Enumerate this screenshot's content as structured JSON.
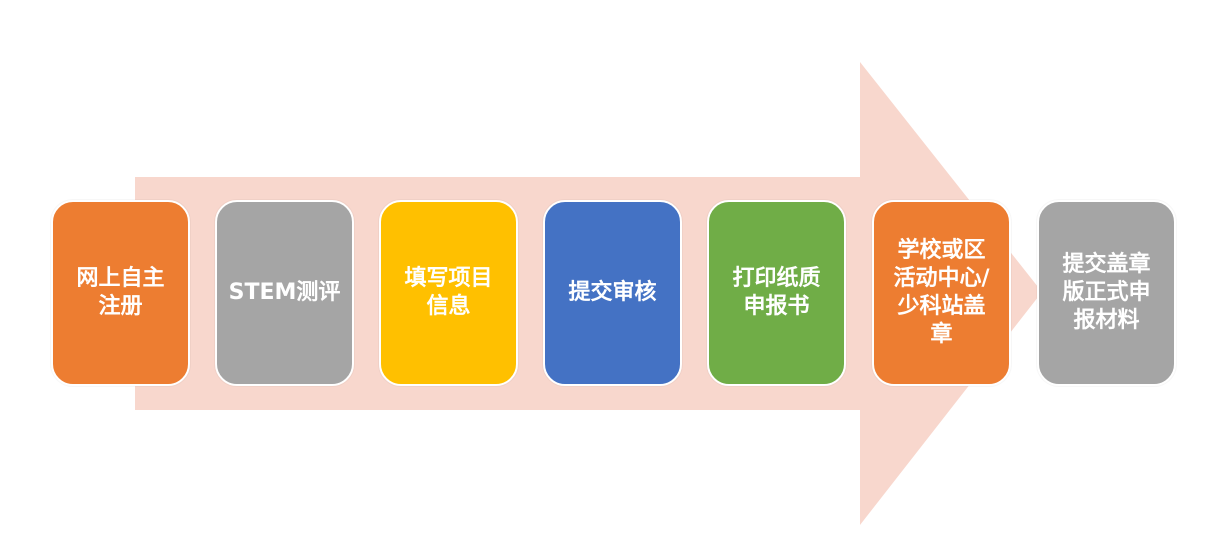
{
  "diagram": {
    "arrow_color": "#F8D7CD",
    "steps": [
      {
        "label": "网上自主注册",
        "display": "网上自主\n注册",
        "color": "#ED7D31"
      },
      {
        "label": "STEM测评",
        "display": "STEM测评",
        "color": "#A5A5A5"
      },
      {
        "label": "填写项目信息",
        "display": "填写项目\n信息",
        "color": "#FFC000"
      },
      {
        "label": "提交审核",
        "display": "提交审核",
        "color": "#4472C4"
      },
      {
        "label": "打印纸质申报书",
        "display": "打印纸质\n申报书",
        "color": "#70AD47"
      },
      {
        "label": "学校或区活动中心/少科站盖章",
        "display": "学校或区\n活动中心/\n少科站盖\n章",
        "color": "#ED7D31"
      },
      {
        "label": "提交盖章版正式申报材料",
        "display": "提交盖章\n版正式申\n报材料",
        "color": "#A5A5A5"
      }
    ]
  }
}
